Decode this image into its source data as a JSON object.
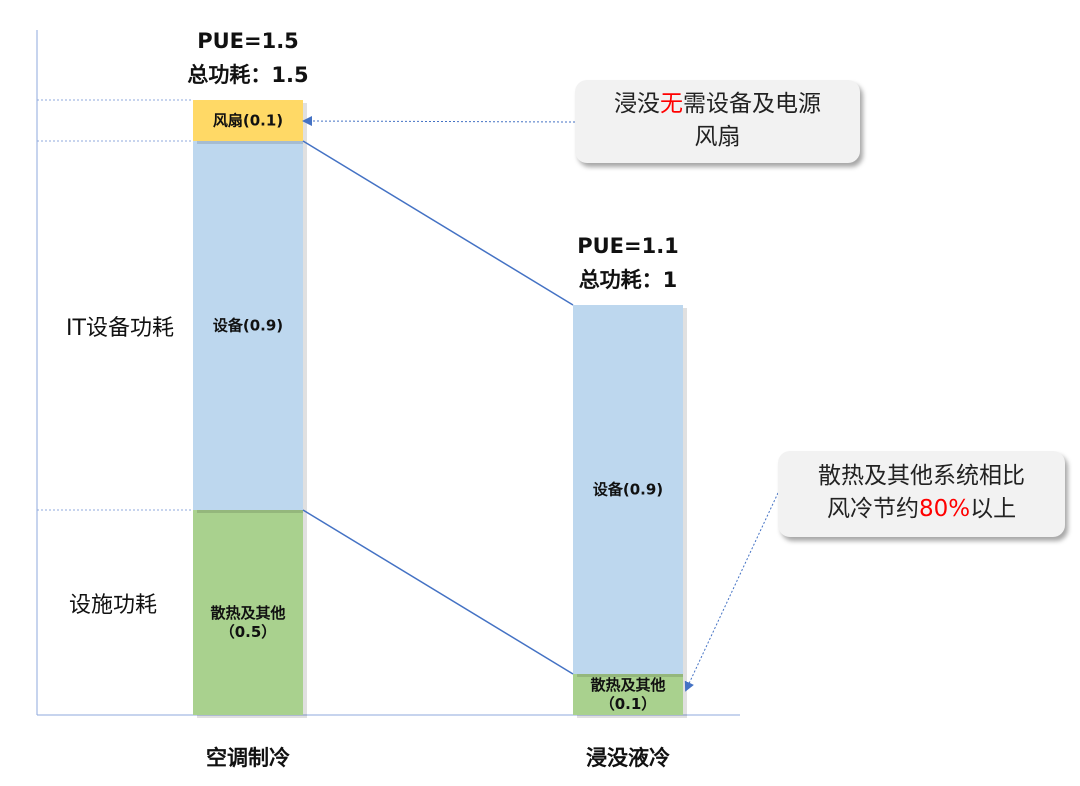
{
  "chart_data": {
    "type": "bar",
    "stacked": true,
    "categories": [
      "空调制冷",
      "浸没液冷"
    ],
    "series": [
      {
        "name": "设施功耗",
        "segment_labels": [
          "散热及其他（0.5）",
          "散热及其他（0.1）"
        ],
        "values": [
          0.5,
          0.1
        ],
        "color": "#A9D18E"
      },
      {
        "name": "IT设备功耗",
        "segment_labels": [
          "设备(0.9)",
          "设备(0.9)"
        ],
        "values": [
          0.9,
          0.9
        ],
        "color": "#BDD7EE"
      },
      {
        "name": "风扇",
        "segment_labels": [
          "风扇(0.1)",
          ""
        ],
        "values": [
          0.1,
          0
        ],
        "color": "#FFD966"
      }
    ],
    "bar_titles": [
      {
        "pue": "PUE=1.5",
        "total": "总功耗：1.5"
      },
      {
        "pue": "PUE=1.1",
        "total": "总功耗：1"
      }
    ],
    "group_labels": {
      "it": "IT设备功耗",
      "facility": "设施功耗"
    },
    "ylim": [
      0,
      1.6
    ],
    "annotations": {
      "fan": {
        "pre": "浸没",
        "highlight": "无",
        "post": "需设备及电源",
        "line2": "风扇"
      },
      "cooling": {
        "line1": "散热及其他系统相比",
        "pre": "风冷节约",
        "highlight": "80%",
        "post": "以上"
      }
    }
  }
}
